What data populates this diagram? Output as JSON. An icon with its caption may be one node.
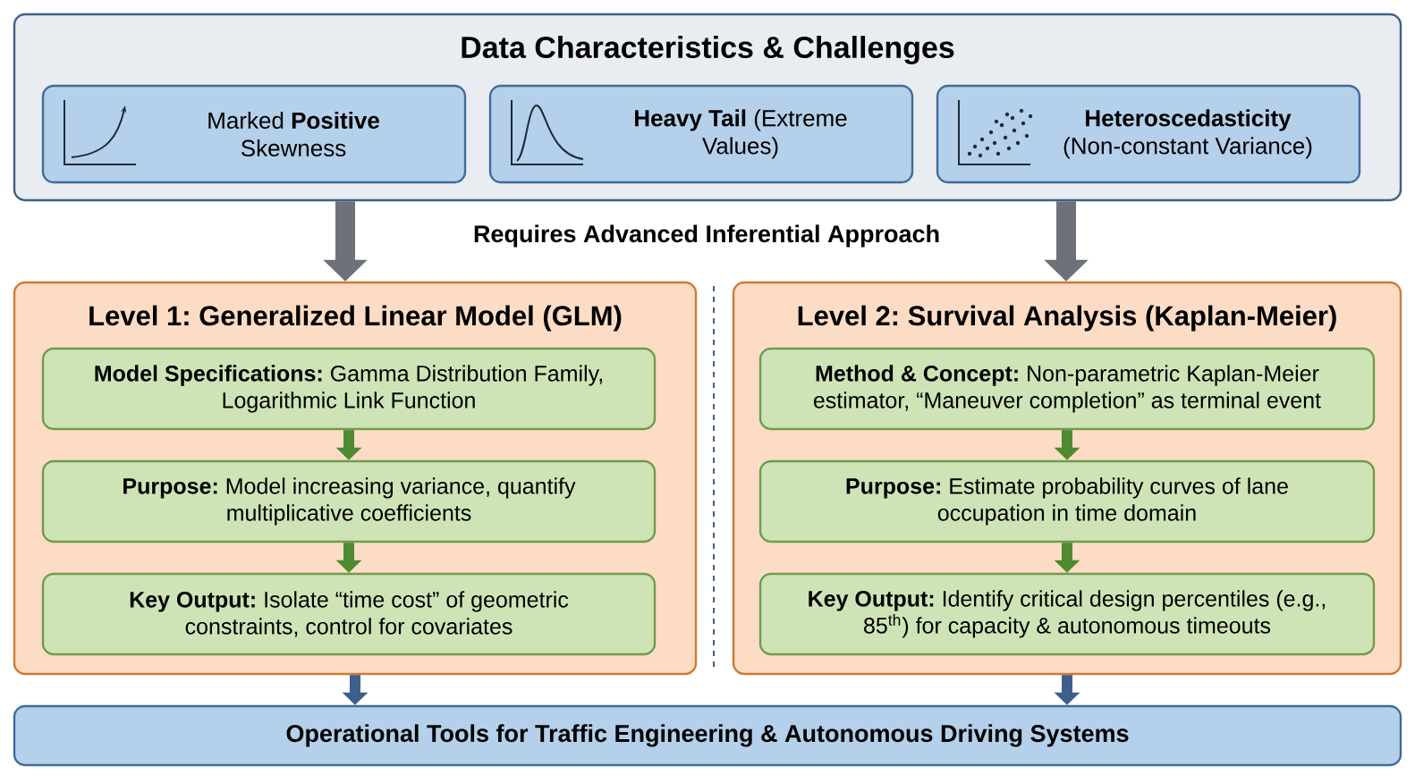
{
  "diagram": {
    "nodes": [
      {
        "text": [
          "Data Characteristics & Challenges"
        ]
      },
      {
        "text": [
          "Marked **Positive** Skewness"
        ],
        "in": 0
      },
      {
        "text": [
          "**Heavy Tail** (Extreme Values)"
        ],
        "in": 0
      },
      {
        "text": [
          "**Heteroscedasticity** (Non-constant Variance)"
        ],
        "in": 0
      },
      {
        "text": [
          "Level 1: Generalized Linear Model (GLM)"
        ]
      },
      {
        "text": [
          "**Model Specifications:** Gamma Distribution Family, Logarithmic Link Function"
        ],
        "in": 4
      },
      {
        "text": [
          "**Purpose:** Model increasing variance, quantify multiplicative coefficients"
        ],
        "in": 4
      },
      {
        "text": [
          "**Key Output:** Isolate “time cost” of geometric constraints, control for covariates"
        ],
        "in": 4
      },
      {
        "text": [
          "Level 2: Survival Analysis (Kaplan-Meier)"
        ]
      },
      {
        "text": [
          "**Method & Concept:** Non-parametric Kaplan-Meier estimator, “Maneuver completion” as terminal event"
        ],
        "in": 8
      },
      {
        "text": [
          "**Purpose:** Estimate probability curves of lane occupation in time domain"
        ],
        "in": 8
      },
      {
        "text": [
          "**Key Output:** Identify critical design percentiles (e.g., 85$^{th}$) for capacity & autonomous timeouts"
        ],
        "in": 8
      },
      {
        "text": [
          "Operational Tools for Traffic Engineering & Autonomous Driving Systems"
        ]
      }
    ],
    "edges": [
      {
        "from": 0,
        "to": 4,
        "arrow": "to",
        "style": "thick",
        "color": "#6d7178"
      },
      {
        "from": 0,
        "to": 8,
        "arrow": "to",
        "style": "thick",
        "color": "#6d7178"
      },
      {
        "from": 5,
        "to": 6,
        "arrow": "to",
        "color": "#4f8a2f"
      },
      {
        "from": 6,
        "to": 7,
        "arrow": "to",
        "color": "#4f8a2f"
      },
      {
        "from": 9,
        "to": 10,
        "arrow": "to",
        "color": "#4f8a2f"
      },
      {
        "from": 10,
        "to": 11,
        "arrow": "to",
        "color": "#4f8a2f"
      },
      {
        "from": 4,
        "to": 12,
        "arrow": "to",
        "color": "#3d5f8c"
      },
      {
        "from": 8,
        "to": 12,
        "arrow": "to",
        "color": "#3d5f8c"
      }
    ],
    "labels": [
      "Requires Advanced Inferential Approach"
    ]
  }
}
